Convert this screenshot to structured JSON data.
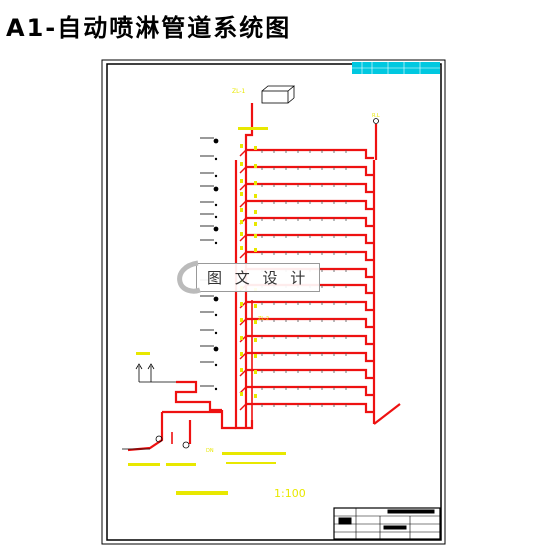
{
  "title": "A1-自动喷淋管道系统图",
  "watermark": {
    "text": "图 文 设 计"
  },
  "scale_label": "1:100",
  "colors": {
    "pipe": "#ee1111",
    "annotation": "#e8e800",
    "frame": "#000000",
    "title_table": "#00c8e0"
  }
}
